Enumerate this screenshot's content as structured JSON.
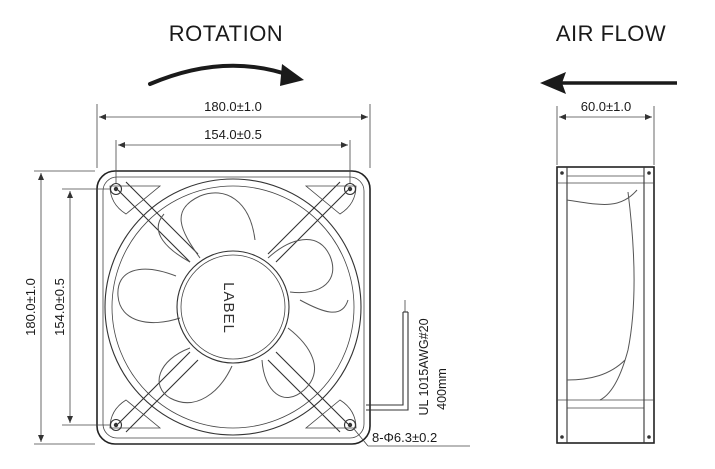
{
  "headings": {
    "rotation": "ROTATION",
    "air_flow": "AIR FLOW"
  },
  "front_view": {
    "overall_width": "180.0±1.0",
    "hole_spacing_width": "154.0±0.5",
    "overall_height": "180.0±1.0",
    "hole_spacing_height": "154.0±0.5",
    "hub_label": "LABEL",
    "hole_callout": "8-Φ6.3±0.2",
    "lead_wire_spec": "UL 1015AWG#20",
    "lead_wire_length": "400mm"
  },
  "side_view": {
    "depth": "60.0±1.0"
  }
}
